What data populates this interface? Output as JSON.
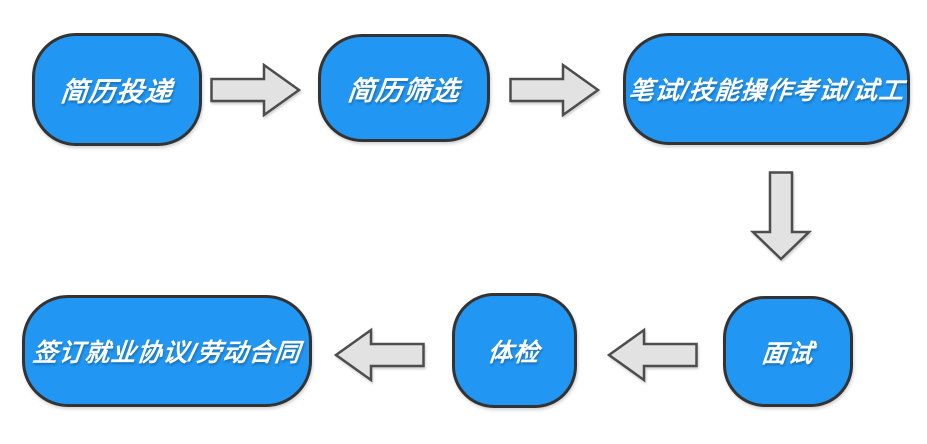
{
  "diagram": {
    "nodes": [
      {
        "id": "resume-submission",
        "label": "简历投递"
      },
      {
        "id": "resume-screening",
        "label": "简历筛选"
      },
      {
        "id": "written-skill-test",
        "label": "笔试/技能操作考试/试工"
      },
      {
        "id": "interview",
        "label": "面试"
      },
      {
        "id": "physical-exam",
        "label": "体检"
      },
      {
        "id": "sign-agreement",
        "label": "签订就业协议/劳动合同"
      }
    ],
    "edges": [
      {
        "from": "resume-submission",
        "to": "resume-screening",
        "direction": "right"
      },
      {
        "from": "resume-screening",
        "to": "written-skill-test",
        "direction": "right"
      },
      {
        "from": "written-skill-test",
        "to": "interview",
        "direction": "down"
      },
      {
        "from": "interview",
        "to": "physical-exam",
        "direction": "left"
      },
      {
        "from": "physical-exam",
        "to": "sign-agreement",
        "direction": "left"
      }
    ],
    "colors": {
      "node_fill": "#2196f3",
      "node_border": "#333333",
      "node_text": "#ffffff",
      "arrow_fill": "#e2e2e2",
      "arrow_border": "#4d4d4d",
      "background": "#ffffff"
    }
  }
}
